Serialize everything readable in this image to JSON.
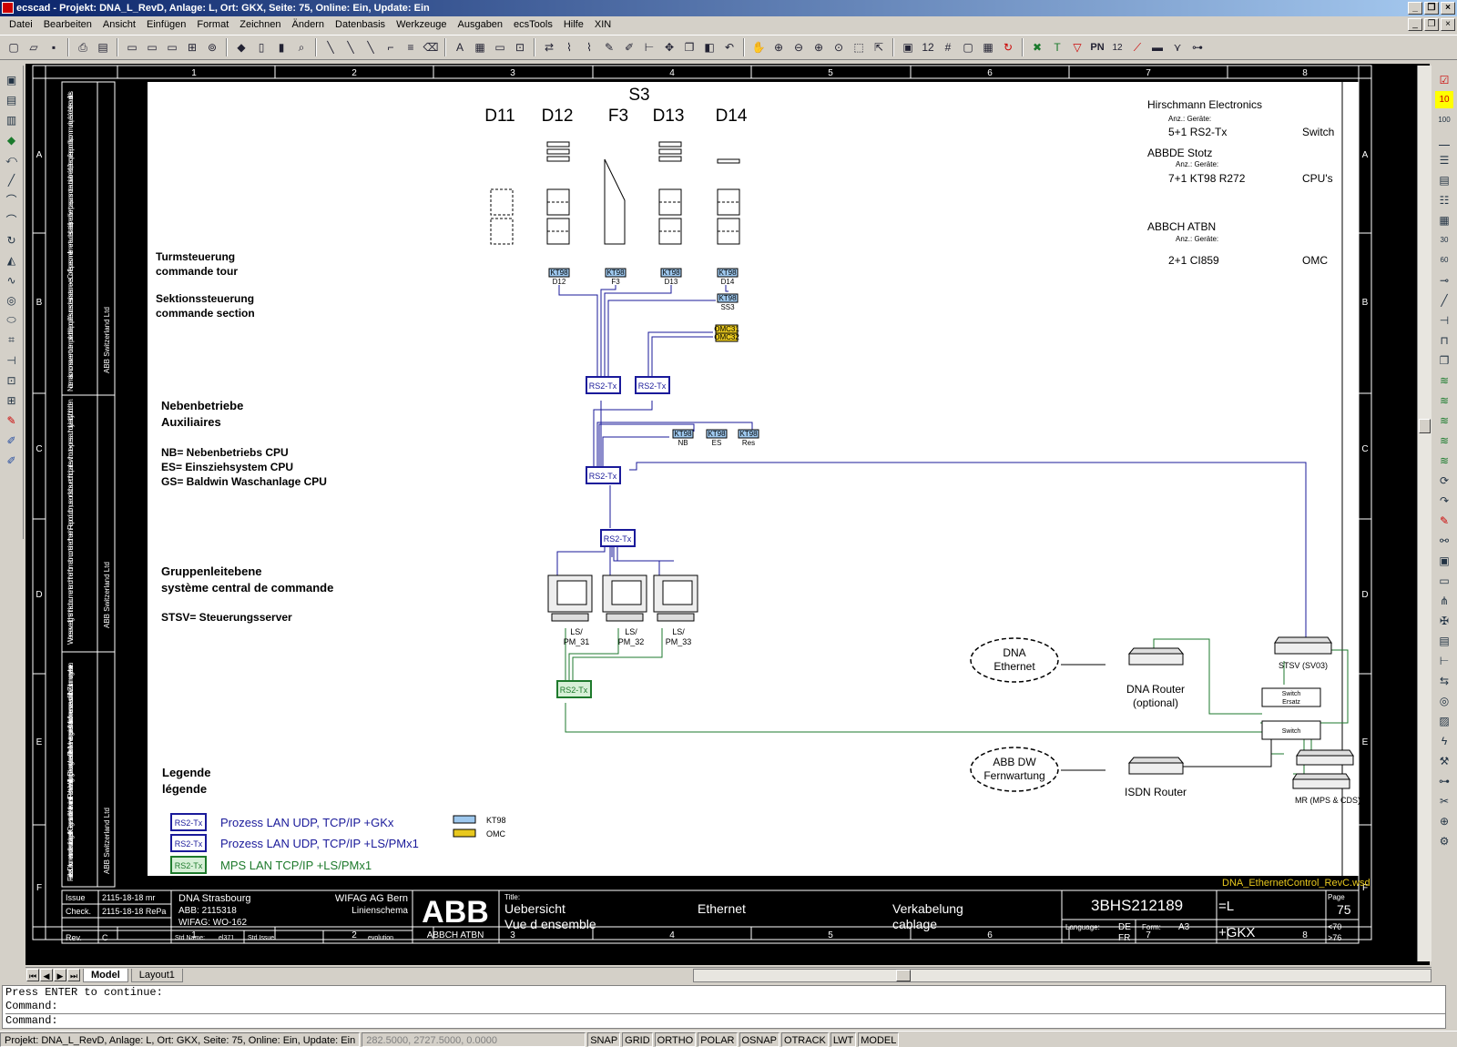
{
  "window": {
    "title": "ecscad - Projekt: DNA_L_RevD, Anlage: L, Ort: GKX, Seite: 75, Online: Ein, Update: Ein",
    "buttons": {
      "minimize": "_",
      "restore": "❐",
      "close": "×"
    }
  },
  "menu": [
    "Datei",
    "Bearbeiten",
    "Ansicht",
    "Einfügen",
    "Format",
    "Zeichnen",
    "Ändern",
    "Datenbasis",
    "Werkzeuge",
    "Ausgaben",
    "ecsTools",
    "Hilfe",
    "XIN"
  ],
  "toolbar": {
    "pn_label": "PN",
    "pn_value": "12",
    "num_12": "12"
  },
  "righttoolbar": {
    "top_number": "10",
    "n100": "100",
    "n30": "30",
    "n60": "60"
  },
  "frame": {
    "columns": [
      "1",
      "2",
      "3",
      "4",
      "5",
      "6",
      "7",
      "8"
    ],
    "rows": [
      "A",
      "B",
      "C",
      "D",
      "E",
      "F"
    ],
    "left_text_1": "Notre maison conserve en tout temps le droit de propriété sur ces dessins et annexes. Confiés personnellement au destinataire, ils ne doivent pas, sans notre autorisation écrite, être copiés, reproduits, communiqués à des tiers ou utilisés.",
    "left_text_2": "We reserve all rights in this document and in the information contained therein. Reproduction, use or disclosure to third parties without express authority is strictly forbidden.",
    "left_text_3": "Für dieses Dokument und den darin dargestellten Gegenstand behalten wir uns alle Rechte vor. Vervielfältigung, Bekanntgabe an Dritte oder Verwertung seines Inhalts sind ohne unsere ausdrückliche Zustimmung verboten.",
    "company": "ABB Switzerland Ltd"
  },
  "drawing": {
    "header_s3": "S3",
    "towers": [
      "D11",
      "D12",
      "F3",
      "D13",
      "D14"
    ],
    "labels": {
      "turm1": "Turmsteuerung",
      "turm2": "commande tour",
      "sekt1": "Sektionssteuerung",
      "sekt2": "commande section",
      "neben1": "Nebenbetriebe",
      "neben2": "Auxiliaires",
      "nb": "NB= Nebenbetriebs CPU",
      "es": "ES= Einsziehsystem CPU",
      "gs": "GS= Baldwin Waschanlage CPU",
      "gruppe1": "Gruppenleitebene",
      "gruppe2": "système central de commande",
      "stsv": "STSV= Steuerungsserver",
      "legende1": "Legende",
      "legende2": "légende"
    },
    "kt98": [
      {
        "tag": "KT98",
        "sub": "D12"
      },
      {
        "tag": "KT98",
        "sub": "F3"
      },
      {
        "tag": "KT98",
        "sub": "D13"
      },
      {
        "tag": "KT98",
        "sub": "D14"
      },
      {
        "tag": "KT98",
        "sub": "SS3"
      }
    ],
    "omc": [
      "OMC31",
      "OMC32"
    ],
    "aux_kt98": [
      {
        "tag": "KT98",
        "sub": "NB"
      },
      {
        "tag": "KT98",
        "sub": "ES"
      },
      {
        "tag": "KT98",
        "sub": "Res"
      }
    ],
    "switch_label": "RS2-Tx",
    "pcs": [
      {
        "l1": "LS/",
        "l2": "PM_31"
      },
      {
        "l1": "LS/",
        "l2": "PM_32"
      },
      {
        "l1": "LS/",
        "l2": "PM_33"
      }
    ],
    "cloud1": {
      "l1": "DNA",
      "l2": "Ethernet"
    },
    "cloud2": {
      "l1": "ABB DW",
      "l2": "Fernwartung"
    },
    "dna_router": {
      "l1": "DNA Router",
      "l2": "(optional)"
    },
    "isdn_router": "ISDN Router",
    "stsv_label": "STSV (SV03)",
    "switch_ersatz": {
      "l1": "Switch",
      "l2": "Ersatz"
    },
    "switch_small": "Switch",
    "mr_label": "MR (MPS & CDS)",
    "info": {
      "h1": "Hirschmann Electronics",
      "anz1": "Anz.: Geräte:",
      "v1": "5+1 RS2-Tx",
      "t1": "Switch",
      "h2": "ABBDE Stotz",
      "anz2": "Anz.: Geräte:",
      "v2": "7+1 KT98 R272",
      "t2": "CPU's",
      "h3": "ABBCH ATBN",
      "anz3": "Anz.: Geräte:",
      "v3": "2+1 CI859",
      "t3": "OMC"
    },
    "legend": [
      "Prozess LAN UDP, TCP/IP +GKx",
      "Prozess LAN UDP, TCP/IP +LS/PMx1",
      "MPS LAN TCP/IP +LS/PMx1"
    ],
    "legend_kt98": "KT98",
    "legend_omc": "OMC",
    "colors": {
      "blue": "#1a1a9a",
      "green": "#1e7a2c",
      "kt98": "#9ec8ee",
      "omc": "#e8c81e"
    }
  },
  "titleblock": {
    "issue_label": "Issue",
    "issue_value": "2115-18-18 mr",
    "check_label": "Check.",
    "check_value": "2115-18-18 RePa",
    "rev_label": "Rev.",
    "rev_value": "C",
    "std_name": "Std Name:",
    "std_name_v": "el371",
    "std_issue": "Std Issue:",
    "std_issue_v": "evolution",
    "project1": "DNA Strasbourg",
    "project2": "ABB: 2115318",
    "project3": "WIFAG: WO-162",
    "customer1": "WIFAG AG Bern",
    "customer2": "Linienschema",
    "abb": "ABB",
    "abb_sub": "ABBCH ATBN",
    "title_label": "Title:",
    "title1a": "Uebersicht",
    "title1b": "Vue d ensemble",
    "title2": "Ethernet",
    "title3a": "Verkabelung",
    "title3b": "cablage",
    "docno": "3BHS212189",
    "eq_l": "=L",
    "page_label": "Page",
    "page": "75",
    "language_label": "Language:",
    "lang1": "DE",
    "lang2": "FR",
    "form_label": "Form:",
    "form": "A3",
    "gkx": "+GKX",
    "prev": "<70",
    "next": ">76",
    "filename": "DNA_EthernetControl_RevC.wsd"
  },
  "tabs": [
    "Model",
    "Layout1"
  ],
  "command": {
    "line1": "Press ENTER to continue:",
    "line2": "Command:",
    "line3": "Command:"
  },
  "status": {
    "project": "Projekt: DNA_L_RevD, Anlage: L, Ort: GKX, Seite: 75, Online: Ein, Update: Ein",
    "coords": "282.5000, 2727.5000, 0.0000",
    "toggles": [
      "SNAP",
      "GRID",
      "ORTHO",
      "POLAR",
      "OSNAP",
      "OTRACK",
      "LWT",
      "MODEL"
    ]
  }
}
